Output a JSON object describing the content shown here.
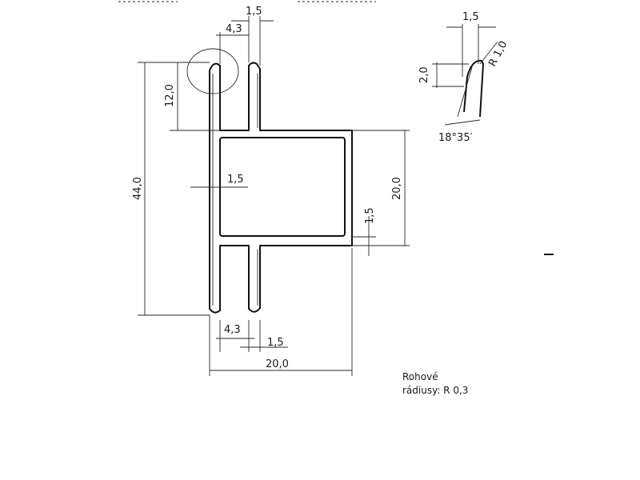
{
  "dimensions": {
    "top_rail_width": "1,5",
    "top_gap": "4,3",
    "detail_width": "1,5",
    "detail_radius": "R 1,0",
    "detail_height": "2,0",
    "detail_angle": "18°35′",
    "top_leg_height": "12,0",
    "total_height": "44,0",
    "box_height": "20,0",
    "inner_wall": "1,5",
    "box_wall": "1,5",
    "bottom_gap": "4,3",
    "bottom_rail_width": "1,5",
    "overall_width": "20,0"
  },
  "notes": {
    "corner_title": "Rohové",
    "corner_text": "rádiusy: R 0,3"
  }
}
